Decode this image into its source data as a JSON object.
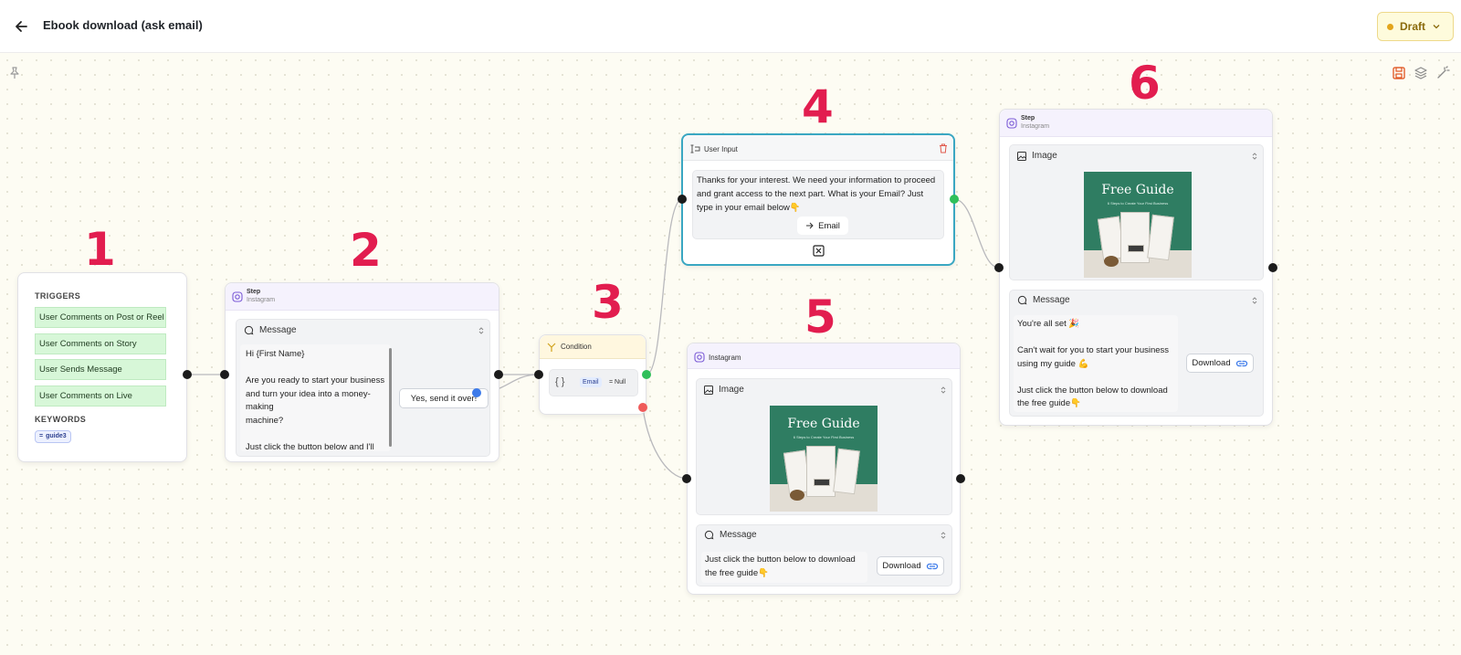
{
  "header": {
    "title": "Ebook download (ask email)",
    "status": "Draft",
    "status_color": "#e3a51c"
  },
  "toolbar_icons": [
    "pin-icon",
    "save-icon",
    "layers-icon",
    "magic-wand-icon"
  ],
  "annotations": [
    "1",
    "2",
    "3",
    "4",
    "5",
    "6"
  ],
  "trigger_node": {
    "triggers_label": "TRIGGERS",
    "triggers": [
      "User Comments on Post or Reel",
      "User Comments on Story",
      "User Sends Message",
      "User Comments on Live"
    ],
    "keywords_label": "KEYWORDS",
    "keyword_symbol": "=",
    "keyword": "guide3",
    "trigger_color": "#d7f7d8"
  },
  "step_node_1": {
    "title": "Step",
    "subtitle": "Instagram",
    "message_label": "Message",
    "message_text": "Hi {First Name}\n\nAre you ready to start your business and turn your idea into a money-making\nmachine?\n\nJust click the button below and I'll",
    "button_label": "Yes, send it over!"
  },
  "condition_node": {
    "title": "Condition",
    "variable": "Email",
    "operator": "= Null"
  },
  "user_input_node": {
    "title": "User Input",
    "text": "Thanks for your interest. We need your information to proceed and grant access to the next part. What is your Email? Just type in your email below👇",
    "input_label": "Email"
  },
  "step_node_2": {
    "title": "Instagram",
    "image_label": "Image",
    "image_title": "Free Guide",
    "image_subtitle": "6 Steps to Create Your First Business",
    "message_label": "Message",
    "message_text": "Just click the button below to download the free guide👇",
    "button_label": "Download"
  },
  "step_node_3": {
    "title": "Step",
    "subtitle": "Instagram",
    "image_label": "Image",
    "image_title": "Free Guide",
    "image_subtitle": "6 Steps to Create Your First Business",
    "message_label": "Message",
    "message_text": "You're all set 🎉\n\nCan't wait for you to start your business using my guide 💪\n\nJust click the button below to download the free guide👇",
    "button_label": "Download"
  },
  "colors": {
    "annotation": "#e21d4f",
    "selected_border": "#3aa7c2",
    "accent_purple": "#7b5bd6",
    "handle_true": "#2fbf5a",
    "handle_false": "#ef5a5a",
    "handle_button": "#3d7bea"
  }
}
